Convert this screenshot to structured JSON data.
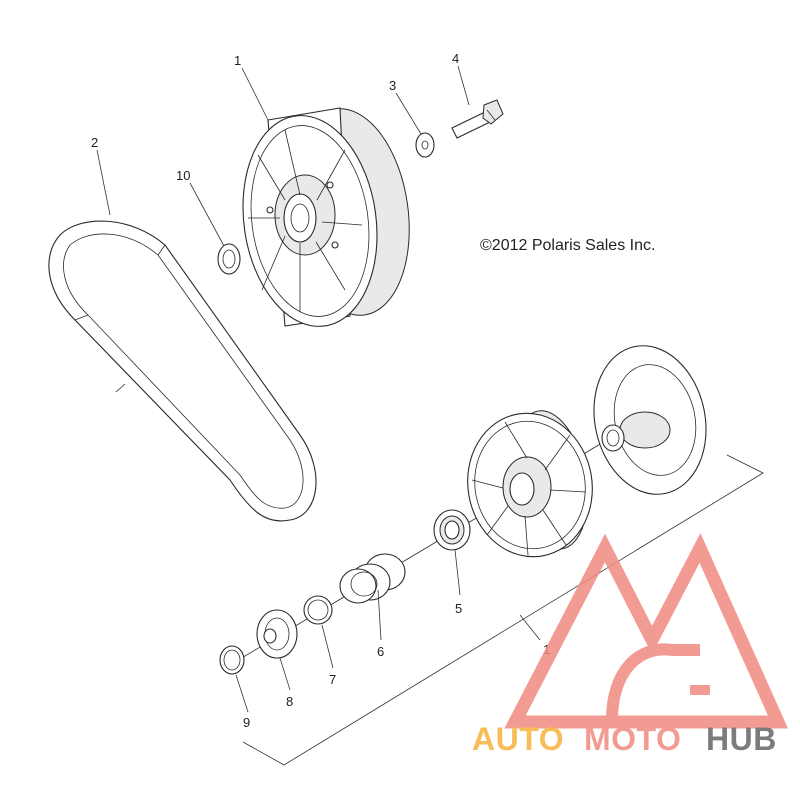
{
  "copyright": "©2012 Polaris Sales Inc.",
  "callouts": {
    "c1_top": "1",
    "c2": "2",
    "c3": "3",
    "c4": "4",
    "c10": "10",
    "c5": "5",
    "c6": "6",
    "c7": "7",
    "c8": "8",
    "c9": "9",
    "c1_bottom": "1"
  },
  "watermark": {
    "word_part1": "AUTO",
    "word_part2": "MOTO",
    "word_part3": "HUB",
    "color_part1": "#f7b23b",
    "color_part2": "#f08a80",
    "color_part3": "#666666",
    "logo_color": "#f08a80",
    "logo_icon": "triangle-m-logo"
  },
  "colors": {
    "line": "#2a2a2a",
    "background": "#ffffff"
  }
}
